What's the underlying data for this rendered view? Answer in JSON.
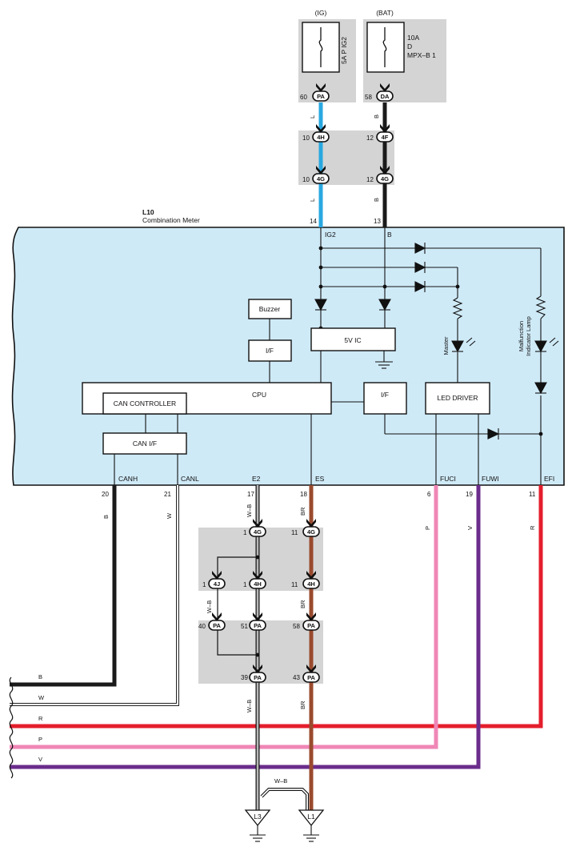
{
  "fuses": {
    "ig": {
      "source": "(IG)",
      "name": "5A P IG2"
    },
    "bat": {
      "source": "(BAT)",
      "rating": "10A",
      "d": "D",
      "name": "MPX–B 1"
    }
  },
  "meter": {
    "code": "L10",
    "name": "Combination Meter"
  },
  "blocks": {
    "buzzer": "Buzzer",
    "if_upper": "I/F",
    "vic": "5V IC",
    "cpu": "CPU",
    "can_controller": "CAN CONTROLLER",
    "can_if": "CAN I/F",
    "if_right": "I/F",
    "led_driver": "LED DRIVER",
    "master": "Master",
    "mil_1": "Malfunction",
    "mil_2": "Indicator Lamp"
  },
  "terminals": {
    "ig2": "IG2",
    "b": "B",
    "canh": "CANH",
    "canl": "CANL",
    "e2": "E2",
    "es": "ES",
    "fuci": "FUCI",
    "fuwi": "FUWI",
    "efi": "EFI"
  },
  "pins": {
    "p60": "60",
    "p58a": "58",
    "p10a": "10",
    "p12a": "12",
    "p10b": "10",
    "p12b": "12",
    "p14": "14",
    "p13": "13",
    "p20": "20",
    "p21": "21",
    "p17": "17",
    "p18": "18",
    "p6": "6",
    "p19": "19",
    "p11": "11",
    "p1a": "1",
    "p11a": "11",
    "p1b": "1",
    "p1c": "1",
    "p11b": "11",
    "p40": "40",
    "p51": "51",
    "p58b": "58",
    "p39": "39",
    "p43": "43"
  },
  "connectors": {
    "pa": "PA",
    "da": "DA",
    "c4h": "4H",
    "c4f": "4F",
    "c4g": "4G",
    "c4j": "4J"
  },
  "wires": {
    "l": "L",
    "b": "B",
    "w": "W",
    "wb": "W–B",
    "br": "BR",
    "p": "P",
    "v": "V",
    "r": "R"
  },
  "grounds": {
    "l3": "L3",
    "l1": "L1"
  },
  "colors": {
    "blue": "#29a8e0",
    "black": "#1a1a1a",
    "white_wire": "#ffffff",
    "brown": "#9a4a2e",
    "pink": "#ef86b6",
    "purple": "#6b2d8c",
    "red": "#e41e2b",
    "panel": "#cfeaf7",
    "junction": "#d4d4d4"
  }
}
